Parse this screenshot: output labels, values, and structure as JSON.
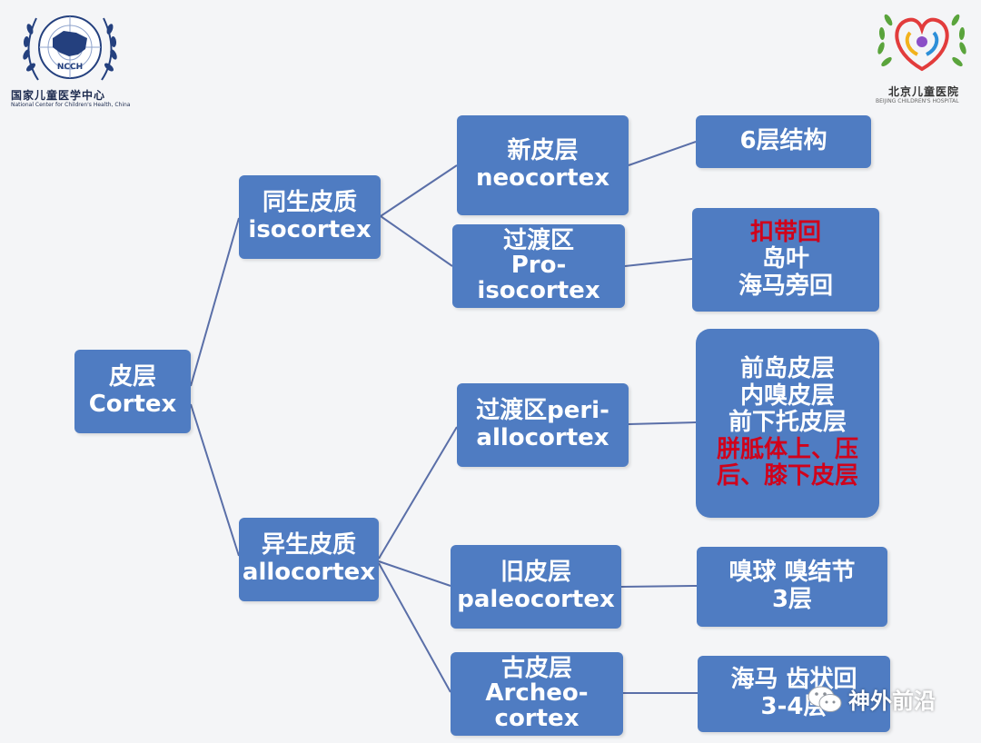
{
  "logos": {
    "left": {
      "org_cn": "国家儿童医学中心",
      "org_en": "National Center for Children's Health, China",
      "emblem_text": "NCCH"
    },
    "right": {
      "org_cn": "北京儿童医院",
      "org_en": "BEIJING CHILDREN'S HOSPITAL"
    }
  },
  "nodes": {
    "cortex": {
      "lines": [
        "皮层",
        "Cortex"
      ]
    },
    "isocortex": {
      "lines": [
        "同生皮质",
        "isocortex"
      ]
    },
    "allocortex": {
      "lines": [
        "异生皮质",
        "allocortex"
      ]
    },
    "neocortex": {
      "lines": [
        "新皮层",
        "neocortex"
      ]
    },
    "proisocortex": {
      "lines": [
        "过渡区",
        "Pro-",
        "isocortex"
      ]
    },
    "periallocortex": {
      "lines": [
        "过渡区peri-",
        "allocortex"
      ]
    },
    "paleocortex": {
      "lines": [
        "旧皮层",
        "paleocortex"
      ]
    },
    "archeocortex": {
      "lines": [
        "古皮层",
        "Archeo-",
        "cortex"
      ]
    },
    "six_layers": {
      "lines": [
        "6层结构"
      ]
    },
    "pro_examples": {
      "lines": [
        "扣带回",
        "岛叶",
        "海马旁回"
      ],
      "highlight": [
        true,
        false,
        false
      ]
    },
    "peri_examples": {
      "lines": [
        "前岛皮层",
        "内嗅皮层",
        "前下托皮层",
        "胼胝体上、压",
        "后、膝下皮层"
      ],
      "highlight": [
        false,
        false,
        false,
        true,
        true
      ]
    },
    "paleo_examples": {
      "lines": [
        "嗅球 嗅结节",
        "3层"
      ]
    },
    "archeo_examples": {
      "lines": [
        "海马 齿状回",
        "3-4层"
      ]
    }
  },
  "colors": {
    "node_fill": "#4f7cc2",
    "node_text": "#ffffff",
    "highlight_text": "#d0021b",
    "connector": "#5a6fa8"
  },
  "watermark": {
    "text": "神外前沿",
    "icon": "wechat-icon"
  }
}
